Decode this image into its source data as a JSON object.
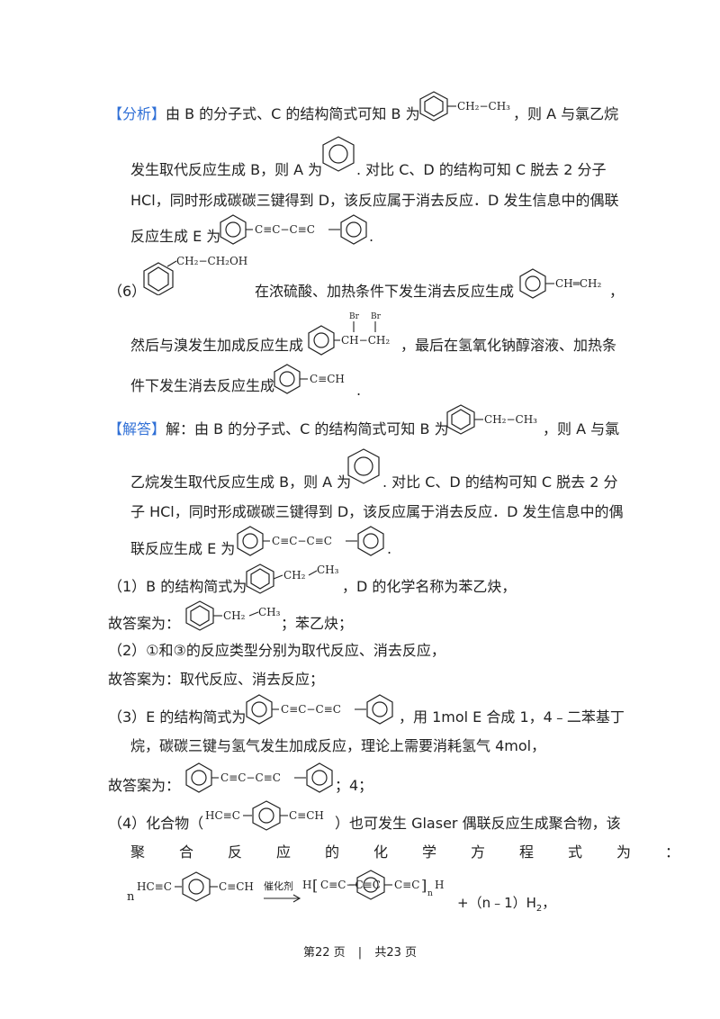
{
  "analysis": {
    "tag": "【分析】",
    "line1": "由 B 的分子式、C 的结构简式可知 B 为",
    "line1b": "，则 A 与氯乙烷",
    "line2a": "发生取代反应生成 B，则 A 为",
    "line2b": ". 对比 C、D 的结构可知 C 脱去 2 分子",
    "line3": "HCl，同时形成碳碳三键得到 D，该反应属于消去反应．D 发生信息中的偶联",
    "line4a": "反应生成 E 为",
    "line4b": ".",
    "p6_label": "（6）",
    "p6a": "在浓硫酸、加热条件下发生消去反应生成",
    "p6b": "，",
    "p6c": "然后与溴发生加成反应生成",
    "p6d": "，最后在氢氧化钠醇溶液、加热条",
    "p6e": "件下发生消去反应生成",
    "p6f": "."
  },
  "solution": {
    "tag": "【解答】",
    "line1a": "解：由 B 的分子式、C 的结构简式可知 B 为",
    "line1b": "，则 A 与氯",
    "line2a": "乙烷发生取代反应生成 B，则 A 为",
    "line2b": ". 对比 C、D 的结构可知 C 脱去 2 分",
    "line3": "子 HCl，同时形成碳碳三键得到 D，该反应属于消去反应．D 发生信息中的偶",
    "line4a": "联反应生成 E 为",
    "line4b": "."
  },
  "q1": {
    "a": "（1）B 的结构简式为",
    "b": "，D 的化学名称为苯乙炔，",
    "ans_a": "故答案为：",
    "ans_b": "；苯乙炔；"
  },
  "q2": {
    "a": "（2）①和③的反应类型分别为取代反应、消去反应，",
    "ans": "故答案为：取代反应、消去反应；"
  },
  "q3": {
    "a": "（3）E 的结构简式为",
    "b": "，用 1mol E 合成 1，4﹣二苯基丁",
    "c": "烷，碳碳三键与氢气发生加成反应，理论上需要消耗氢气 4mol，",
    "ans_a": "故答案为：",
    "ans_b": "；4；"
  },
  "q4": {
    "a": "（4）化合物（",
    "b": "）也可发生 Glaser 偶联反应生成聚合物，该",
    "c": "聚合反应的化学方程式为：",
    "n": "n",
    "catalyst": "催化剂",
    "tail": "+（n﹣1）H",
    "tail_sub": "2",
    "tail_end": "，"
  },
  "chem_labels": {
    "ethyl": "CH₂−CH₃",
    "ethyl2": "CH₂",
    "ch3": "CH₃",
    "diyne": "C≡C−C≡C",
    "vinyl": "CH═CH₂",
    "ch2oh": "CH₂−CH₂OH",
    "br": "Br",
    "chch2": "CH−CH₂",
    "cch": "C≡CH",
    "hcc": "HC≡C",
    "h": "H",
    "poly_n": "n"
  },
  "footer": {
    "page": "第22 页",
    "sep": "|",
    "total": "共23 页"
  }
}
